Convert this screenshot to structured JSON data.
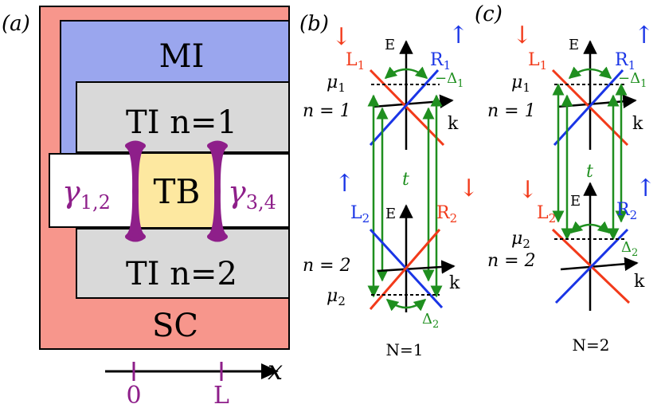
{
  "panels": {
    "a": "(a)",
    "b": "(b)",
    "c": "(c)"
  },
  "device": {
    "sc": "SC",
    "mi": "MI",
    "ti1": "TI n=1",
    "ti2": "TI n=2",
    "tb": "TB",
    "gamma_left": "γ",
    "gamma_left_sub": "1,2",
    "gamma_right": "γ",
    "gamma_right_sub": "3,4",
    "x_axis": "x",
    "x_tick0": "0",
    "x_tickL": "L"
  },
  "panel_b": {
    "top": {
      "L": "L",
      "L_sub": "1",
      "R": "R",
      "R_sub": "1",
      "E": "E",
      "k": "k",
      "mu": "μ",
      "mu_sub": "1",
      "n": "n = 1",
      "delta": "−Δ",
      "delta_sub": "1",
      "arrow_L": "↓",
      "arrow_R": "↑"
    },
    "bottom": {
      "L": "L",
      "L_sub": "2",
      "R": "R",
      "R_sub": "2",
      "E": "E",
      "k": "k",
      "mu": "μ",
      "mu_sub": "2",
      "n": "n = 2",
      "delta": "Δ",
      "delta_sub": "2",
      "arrow_L": "↑",
      "arrow_R": "↓"
    },
    "t": "t",
    "caption": "N=1"
  },
  "panel_c": {
    "top": {
      "L": "L",
      "L_sub": "1",
      "R": "R",
      "R_sub": "1",
      "E": "E",
      "k": "k",
      "mu": "μ",
      "mu_sub": "1",
      "n": "n = 1",
      "delta": "−Δ",
      "delta_sub": "1",
      "arrow_L": "↓",
      "arrow_R": "↑"
    },
    "bottom": {
      "L": "L",
      "L_sub": "2",
      "R": "R",
      "R_sub": "2",
      "E": "E",
      "k": "k",
      "mu": "μ",
      "mu_sub": "2",
      "n": "n = 2",
      "delta": "Δ",
      "delta_sub": "2",
      "arrow_L": "↓",
      "arrow_R": "↑"
    },
    "t": "t",
    "caption": "N=2"
  },
  "colors": {
    "sc": "#f7968c",
    "mi": "#9aa6ee",
    "ti": "#d9d9d9",
    "tb": "#fde8a0",
    "majorana": "#8e1f8a",
    "red": "#f23a1a",
    "blue": "#1a35e6",
    "green": "#1f8f1f"
  }
}
